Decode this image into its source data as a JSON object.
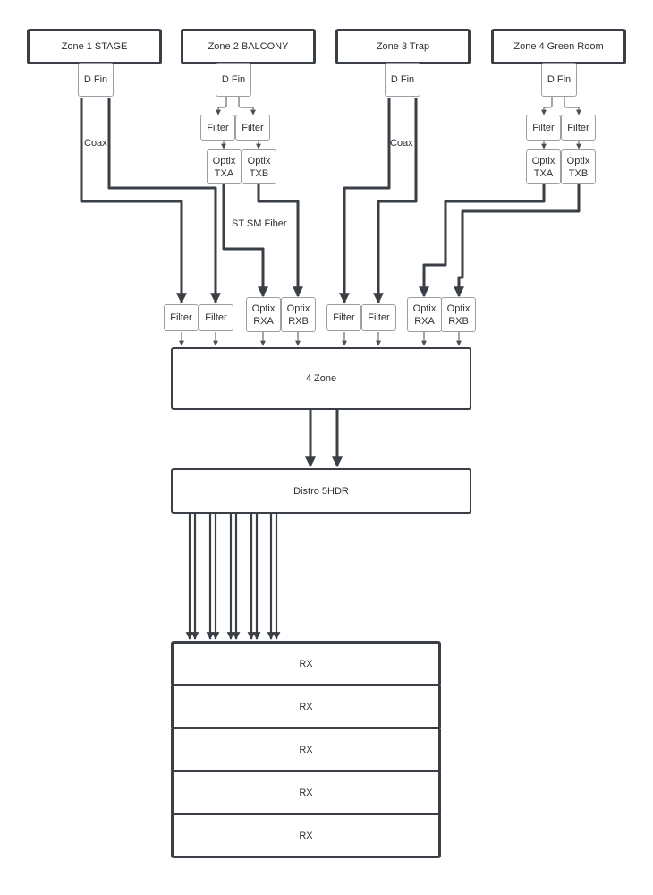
{
  "zones": [
    {
      "label": "Zone 1 STAGE"
    },
    {
      "label": "Zone 2 BALCONY"
    },
    {
      "label": "Zone 3 Trap"
    },
    {
      "label": "Zone 4 Green Room"
    }
  ],
  "dfin_label": "D Fin",
  "filter_label": "Filter",
  "optix_tx": [
    "Optix\nTXA",
    "Optix\nTXB"
  ],
  "optix_rx": [
    "Optix\nRXA",
    "Optix\nRXB"
  ],
  "cable_labels": {
    "coax_1": "Coax",
    "fiber": "ST SM Fiber",
    "coax_3": "Coax"
  },
  "hub_label": "4 Zone",
  "distro_label": "Distro 5HDR",
  "receivers": [
    "RX",
    "RX",
    "RX",
    "RX",
    "RX"
  ]
}
